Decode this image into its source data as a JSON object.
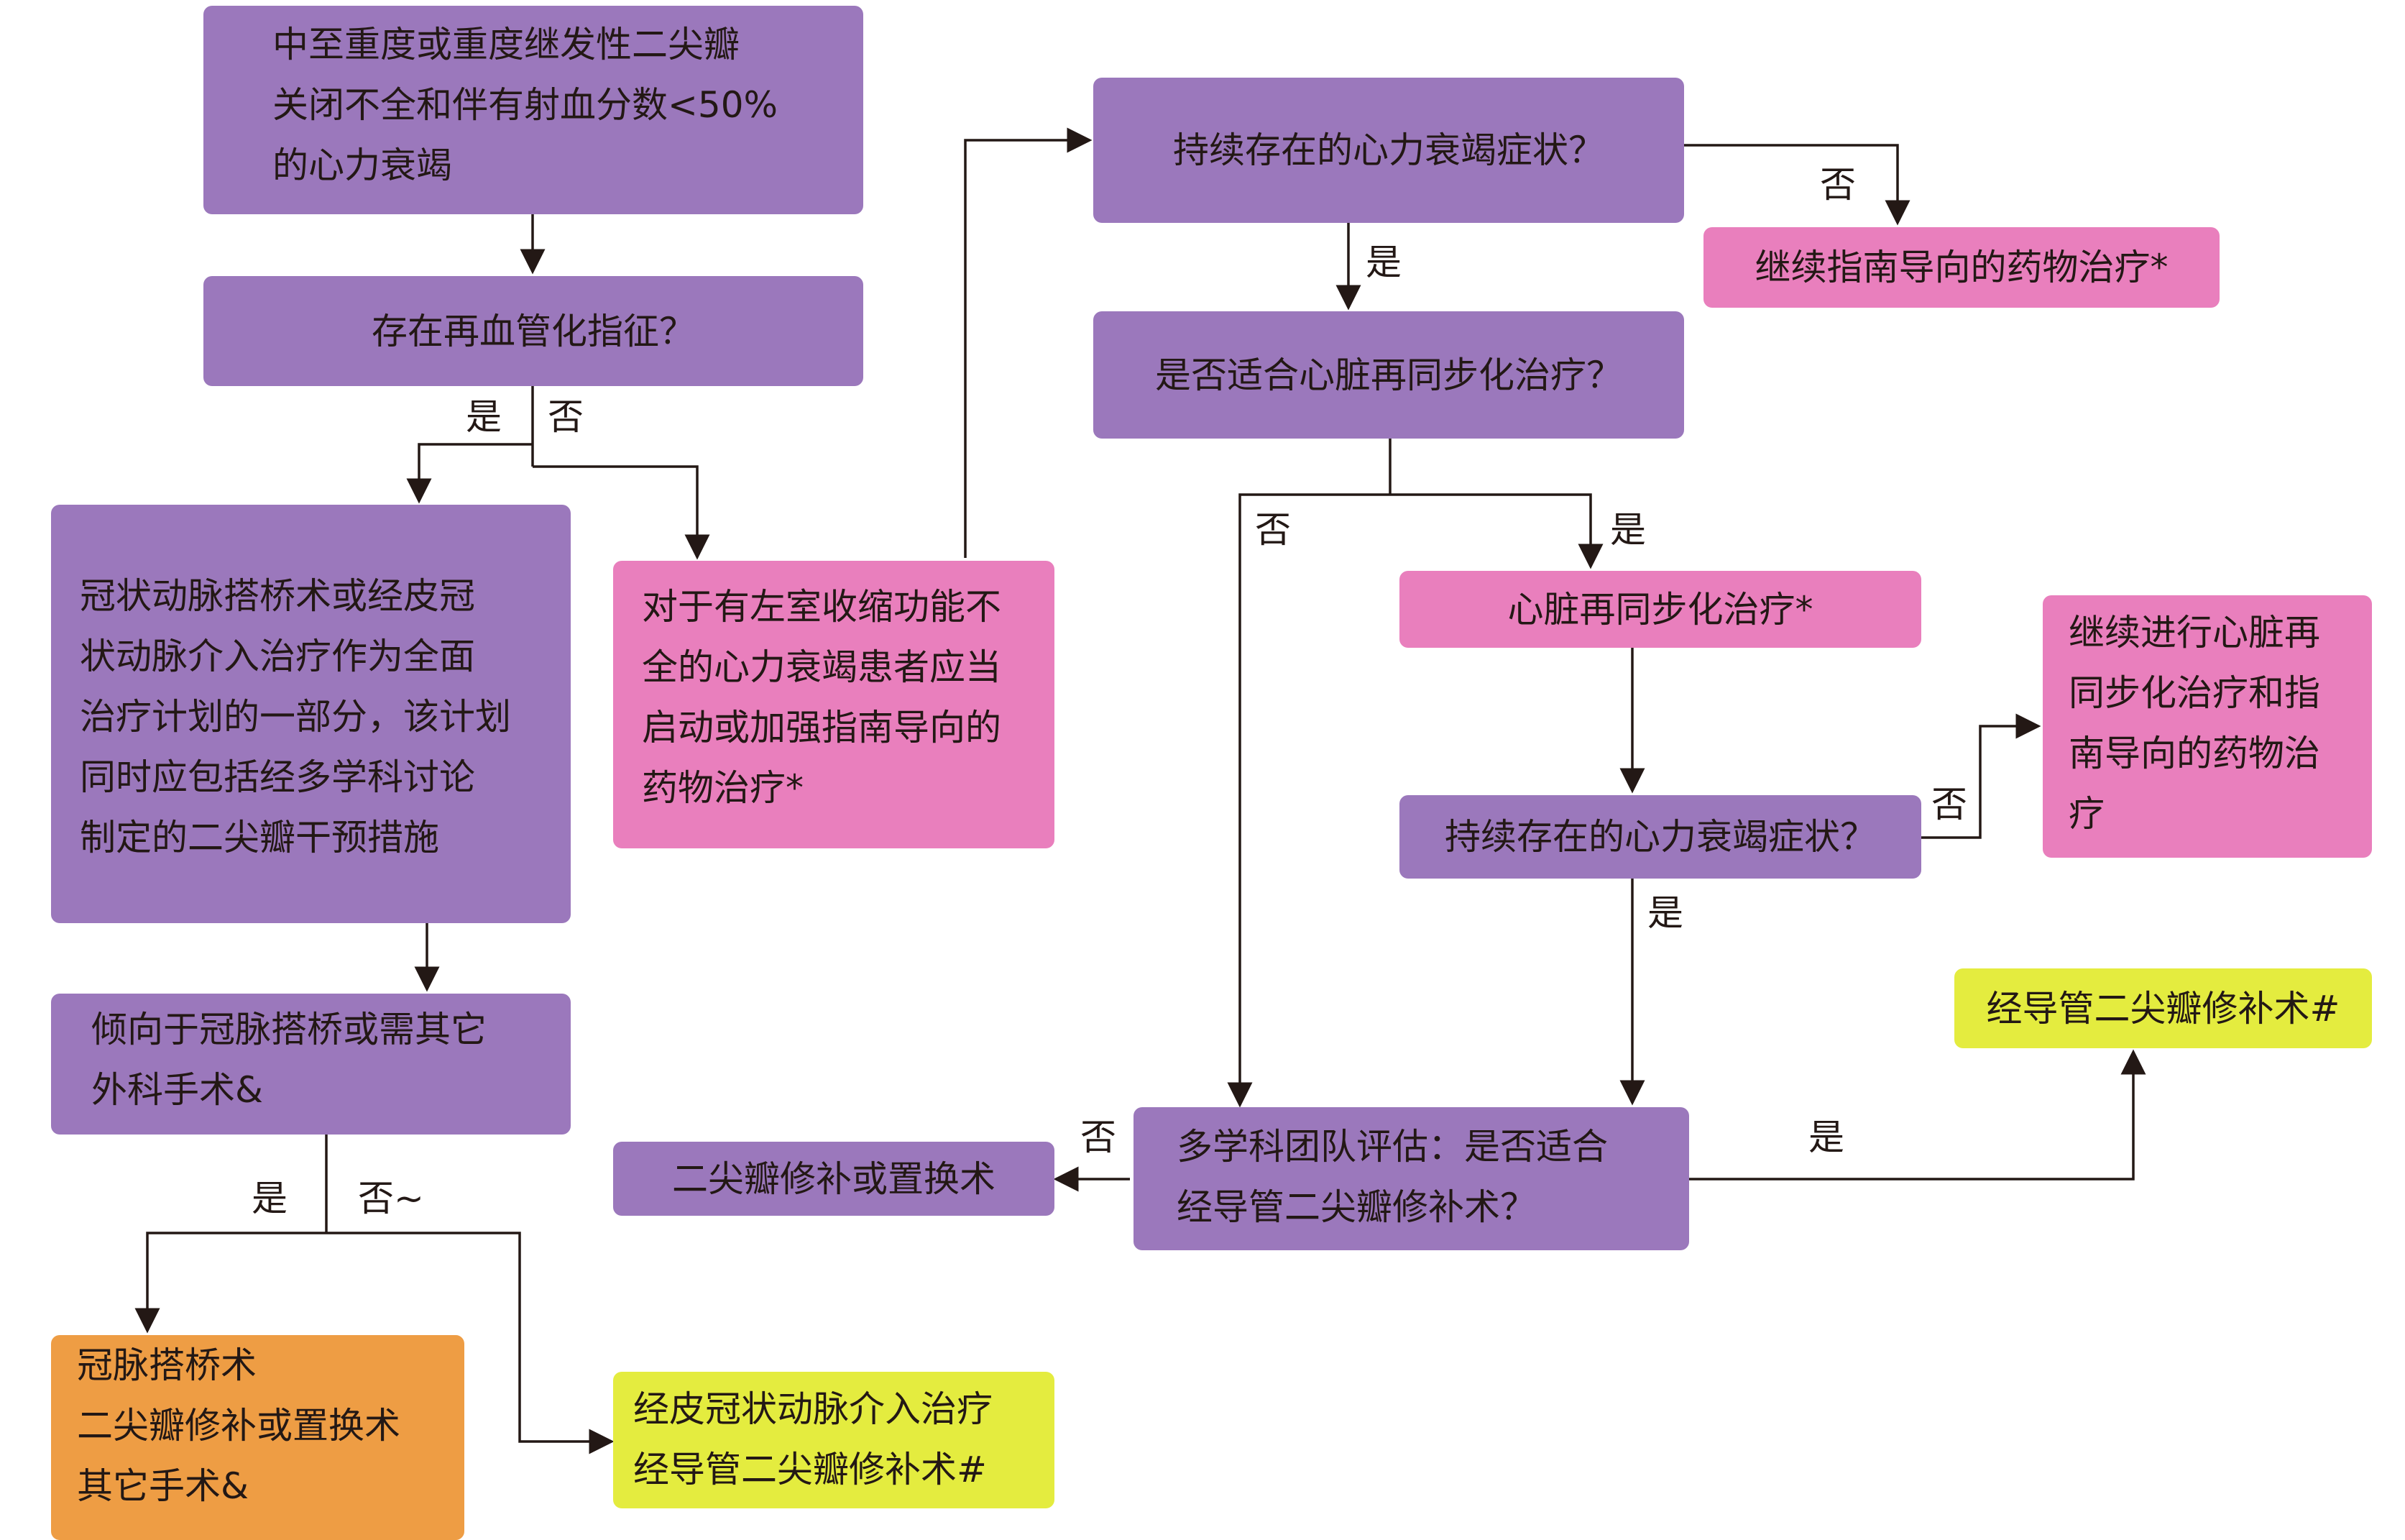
{
  "colors": {
    "purple": "#9b78bc",
    "pink": "#e97fbd",
    "yellow": "#e4ec3f",
    "orange": "#ee9d44",
    "line": "#231815"
  },
  "nodes": {
    "start": "中至重度或重度继发性二尖瓣\n关闭不全和伴有射血分数<50%\n的心力衰竭",
    "revasc_q": "存在再血管化指征？",
    "cabg_pci": "冠状动脉搭桥术或经皮冠\n状动脉介入治疗作为全面\n治疗计划的一部分，该计划\n同时应包括经多学科讨论\n制定的二尖瓣干预措施",
    "gdmt_start": "对于有左室收缩功能不\n全的心力衰竭患者应当\n启动或加强指南导向的\n药物治疗*",
    "prefer_cabg_q": "倾向于冠脉搭桥或需其它\n外科手术&",
    "cabg_surgery": "冠脉搭桥术\n二尖瓣修补或置换术\n其它手术&",
    "pci_teer": "经皮冠状动脉介入治疗\n经导管二尖瓣修补术#",
    "hf_persist_q1": "持续存在的心力衰竭症状？",
    "continue_gdmt": "继续指南导向的药物治疗*",
    "crt_q": "是否适合心脏再同步化治疗？",
    "crt": "心脏再同步化治疗*",
    "hf_persist_q2": "持续存在的心力衰竭症状？",
    "continue_crt_gdmt": "继续进行心脏再\n同步化治疗和指\n南导向的药物治\n疗",
    "heart_team_q": "多学科团队评估：是否适合\n经导管二尖瓣修补术？",
    "mv_surgery": "二尖瓣修补或置换术",
    "teer": "经导管二尖瓣修补术#"
  },
  "labels": {
    "revasc_yes": "是",
    "revasc_no": "否",
    "prefer_yes": "是",
    "prefer_no": "否~",
    "hf1_no": "否",
    "hf1_yes": "是",
    "crt_no": "否",
    "crt_yes": "是",
    "hf2_no": "否",
    "hf2_yes": "是",
    "team_no": "否",
    "team_yes": "是"
  }
}
